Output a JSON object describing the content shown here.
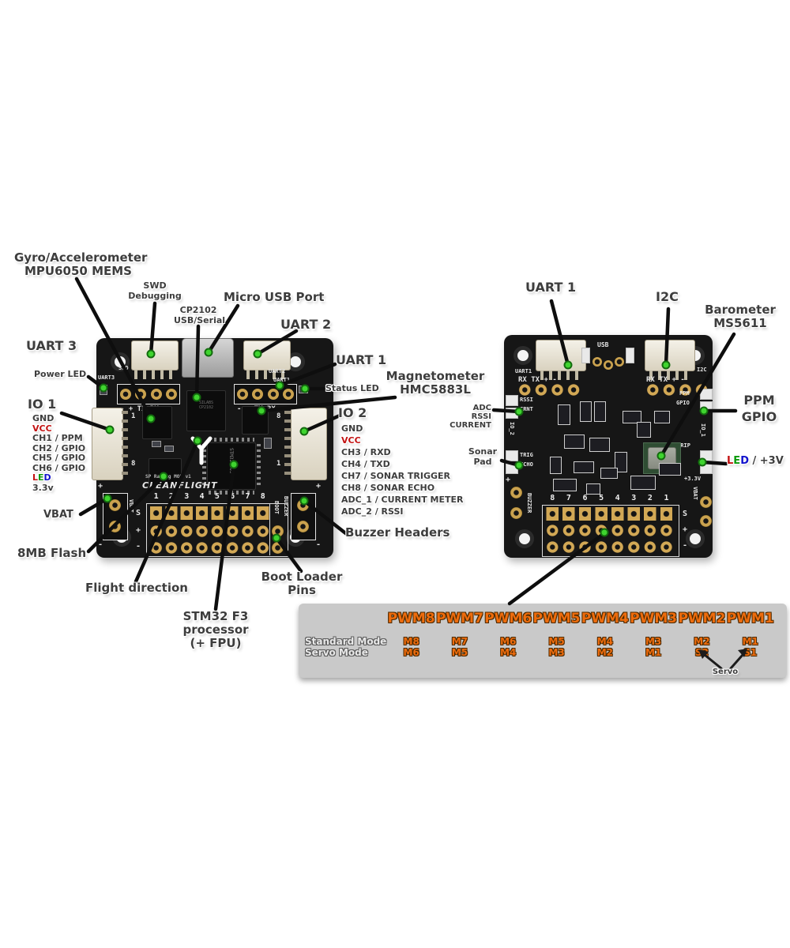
{
  "annotations": {
    "gyro": [
      "Gyro/Accelerometer",
      "MPU6050 MEMS"
    ],
    "swd": [
      "SWD",
      "Debugging"
    ],
    "micro_usb": "Micro USB Port",
    "cp2102": [
      "CP2102",
      "USB/Serial"
    ],
    "uart2": "UART 2",
    "uart3": "UART 3",
    "power_led": "Power LED",
    "io1_title": "IO 1",
    "io1_pins": [
      "GND",
      "VCC",
      "CH1 / PPM",
      "CH2 / GPIO",
      "CH5 / GPIO",
      "CH6 / GPIO",
      "LED",
      "3.3v"
    ],
    "led_word": [
      "L",
      "E",
      "D"
    ],
    "vbat": "VBAT",
    "flash": "8MB Flash",
    "flight_direction": "Flight direction",
    "stm32": [
      "STM32 F3",
      "processor",
      "(+ FPU)"
    ],
    "boot_loader": [
      "Boot Loader",
      "Pins"
    ],
    "buzzer_headers": "Buzzer Headers",
    "uart1_front": "UART 1",
    "status_led": "Status LED",
    "magnetometer": [
      "Magnetometer",
      "HMC5883L"
    ],
    "io2_title": "IO 2",
    "io2_pins": [
      "GND",
      "VCC",
      "CH3 / RXD",
      "CH4 / TXD",
      "CH7 / SONAR TRIGGER",
      "CH8 / SONAR ECHO",
      "ADC_1 / CURRENT METER",
      "ADC_2 / RSSI"
    ],
    "uart1_back": "UART 1",
    "i2c": "I2C",
    "barometer": [
      "Barometer",
      "MS5611"
    ],
    "adc": [
      "ADC",
      "RSSI",
      "CURRENT"
    ],
    "ppm": [
      "PPM",
      "GPIO"
    ],
    "sonar": [
      "Sonar",
      "Pad"
    ],
    "led_3v_suffix": " / +3V"
  },
  "front_board": {
    "silkscreen": {
      "swd": "SWD",
      "uart3": "UART3",
      "uart2": "UART2",
      "uart1": "UART1",
      "uart_pin_labels": "-  +  TX RX",
      "sp_racing": "SP Racing MOF v1",
      "cleanflight": "CLEANFLIGHT",
      "vbat": "VBAT",
      "buzzer": "BUZZER",
      "boot": "BOOT",
      "pin_numbers": [
        "1",
        "2",
        "3",
        "4",
        "5",
        "6",
        "7",
        "8"
      ],
      "row_s": "S",
      "row_plus": "+",
      "row_minus": "-",
      "io1_pin1": "1",
      "io1_pin8": "8",
      "io2_pin8": "8",
      "io2_pin1": "1",
      "plus": "+",
      "minus": "-",
      "cp2102_text": [
        "SILABS",
        "CP2102"
      ],
      "stm32_text": "STM32F303"
    }
  },
  "back_board": {
    "silkscreen": {
      "uart1": "UART1",
      "usb": "USB",
      "i2c": "I2C",
      "pin_labels": "RX TX  +  -",
      "rssi": "RSSI",
      "crnt": "CRNT",
      "io2": "IO_2",
      "trig": "TRIG",
      "echo": "ECHO",
      "ppm": "PPM",
      "gpio": "GPIO",
      "io1": "IO_1",
      "led_strip": "LED_STRIP",
      "v33": "+3.3V",
      "vbat": "VBAT",
      "buzzer": "BUZZER",
      "pin_numbers": [
        "8",
        "7",
        "6",
        "5",
        "4",
        "3",
        "2",
        "1"
      ],
      "row_s": "S",
      "row_plus": "+",
      "row_minus": "-"
    }
  },
  "pwm_table": {
    "headers": [
      "PWM8",
      "PWM7",
      "PWM6",
      "PWM5",
      "PWM4",
      "PWM3",
      "PWM2",
      "PWM1"
    ],
    "rows": [
      {
        "label": "Standard Mode",
        "values": [
          "M8",
          "M7",
          "M6",
          "M5",
          "M4",
          "M3",
          "M2",
          "M1"
        ]
      },
      {
        "label": "Servo Mode",
        "values": [
          "M6",
          "M5",
          "M4",
          "M3",
          "M2",
          "M1",
          "S2",
          "S1"
        ]
      }
    ],
    "servo_note": "Servo"
  },
  "colors": {
    "label_gray": "#3d3d3d",
    "vcc_red": "#c21111",
    "led_red": "#c21111",
    "led_green": "#0a9a0a",
    "led_blue": "#1111cc",
    "pwm_orange": "#ee6c0d",
    "dot_green": "#3fd42f",
    "board_black": "#161616",
    "pad_gold": "#d2a855"
  }
}
